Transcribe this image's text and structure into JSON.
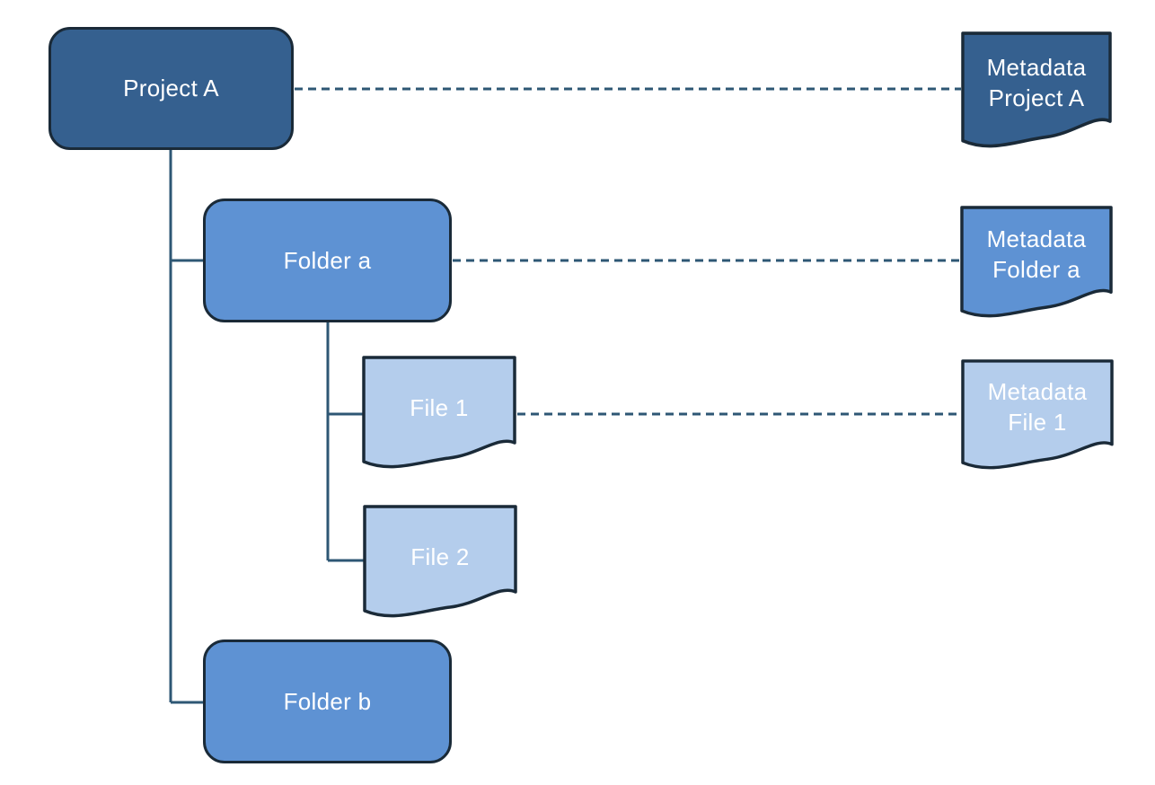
{
  "diagram": {
    "type": "hierarchy-tree-with-metadata",
    "colors": {
      "dark_blue": "#35608F",
      "medium_blue": "#5E92D3",
      "light_blue": "#B4CDEC",
      "shape_outline": "#1A2A38",
      "connector": "#2E5774",
      "label_text": "#FFFFFF",
      "background": "#FFFFFF"
    },
    "nodes": {
      "project_a": {
        "label": "Project A",
        "shape": "rounded-rectangle",
        "tone": "dark"
      },
      "folder_a": {
        "label": "Folder a",
        "shape": "rounded-rectangle",
        "tone": "medium"
      },
      "file_1": {
        "label": "File 1",
        "shape": "document",
        "tone": "light"
      },
      "file_2": {
        "label": "File 2",
        "shape": "document",
        "tone": "light"
      },
      "folder_b": {
        "label": "Folder b",
        "shape": "rounded-rectangle",
        "tone": "medium"
      },
      "meta_project_a": {
        "label_line1": "Metadata",
        "label_line2": "Project A",
        "shape": "document",
        "tone": "dark"
      },
      "meta_folder_a": {
        "label_line1": "Metadata",
        "label_line2": "Folder a",
        "shape": "document",
        "tone": "medium"
      },
      "meta_file_1": {
        "label_line1": "Metadata",
        "label_line2": "File 1",
        "shape": "document",
        "tone": "light"
      }
    },
    "edges": {
      "hierarchy": [
        {
          "from": "Project A",
          "to": "Folder a",
          "style": "solid"
        },
        {
          "from": "Project A",
          "to": "Folder b",
          "style": "solid"
        },
        {
          "from": "Folder a",
          "to": "File 1",
          "style": "solid"
        },
        {
          "from": "Folder a",
          "to": "File 2",
          "style": "solid"
        }
      ],
      "metadata_links": [
        {
          "from": "Project A",
          "to": "Metadata Project A",
          "style": "dashed"
        },
        {
          "from": "Folder a",
          "to": "Metadata Folder a",
          "style": "dashed"
        },
        {
          "from": "File 1",
          "to": "Metadata File 1",
          "style": "dashed"
        }
      ]
    }
  }
}
